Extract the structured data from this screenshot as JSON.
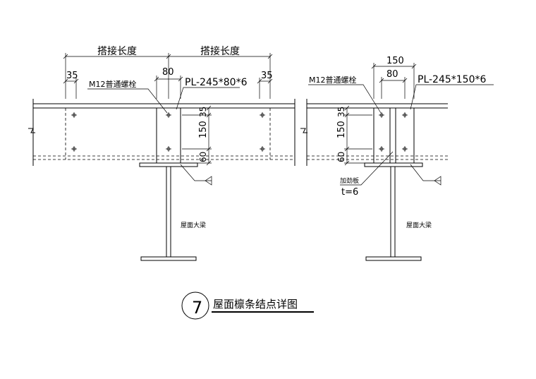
{
  "drawing": {
    "left_detail": {
      "lap_length_label_1": "搭接长度",
      "lap_length_label_2": "搭接长度",
      "dim_35_left": "35",
      "dim_80": "80",
      "dim_35_right": "35",
      "bolt_label": "M12普通螺栓",
      "plate_label": "PL-245*80*6",
      "dim_vert_35": "35",
      "dim_vert_150": "150",
      "dim_vert_60": "60",
      "beam_label": "屋面大梁"
    },
    "right_detail": {
      "dim_150": "150",
      "dim_80": "80",
      "bolt_label": "M12普通螺栓",
      "plate_label": "PL-245*150*6",
      "dim_vert_35": "35",
      "dim_vert_150": "150",
      "dim_vert_60": "60",
      "stiffener_label": "加劲板",
      "stiffener_thk": "t=6",
      "beam_label": "屋面大梁"
    },
    "title_block": {
      "number": "7",
      "title": "屋面檩条结点详图"
    }
  }
}
